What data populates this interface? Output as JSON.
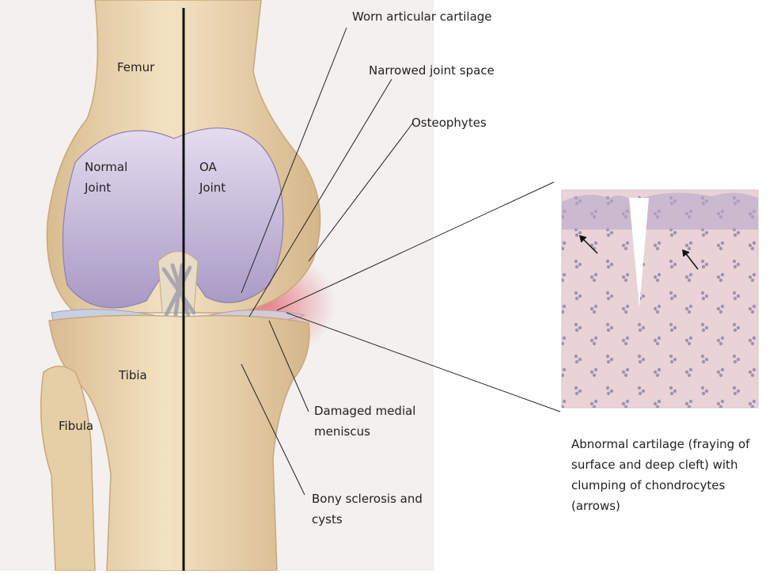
{
  "labels": {
    "femur": "Femur",
    "normal_joint_line1": "Normal",
    "normal_joint_line2": "Joint",
    "oa_joint_line1": "OA",
    "oa_joint_line2": "Joint",
    "tibia": "Tibia",
    "fibula": "Fibula",
    "worn_cartilage": "Worn articular cartilage",
    "narrowed_space": "Narrowed joint space",
    "osteophytes": "Osteophytes",
    "meniscus_line1": "Damaged medial",
    "meniscus_line2": "meniscus",
    "sclerosis_line1": "Bony sclerosis and",
    "sclerosis_line2": "cysts",
    "caption_line1": "Abnormal cartilage (fraying of",
    "caption_line2": "surface and deep cleft) with",
    "caption_line3": "clumping of chondrocytes",
    "caption_line4": "(arrows)"
  },
  "colors": {
    "bone": "#ecd6b0",
    "bone_shadow": "#c9a77a",
    "cartilage": "#c9bcd9",
    "cartilage_shadow": "#9d8fb5",
    "inflammation": "#e4747a",
    "histology_bg": "#ecd7dc",
    "chondrocyte": "#5a5a8a"
  }
}
